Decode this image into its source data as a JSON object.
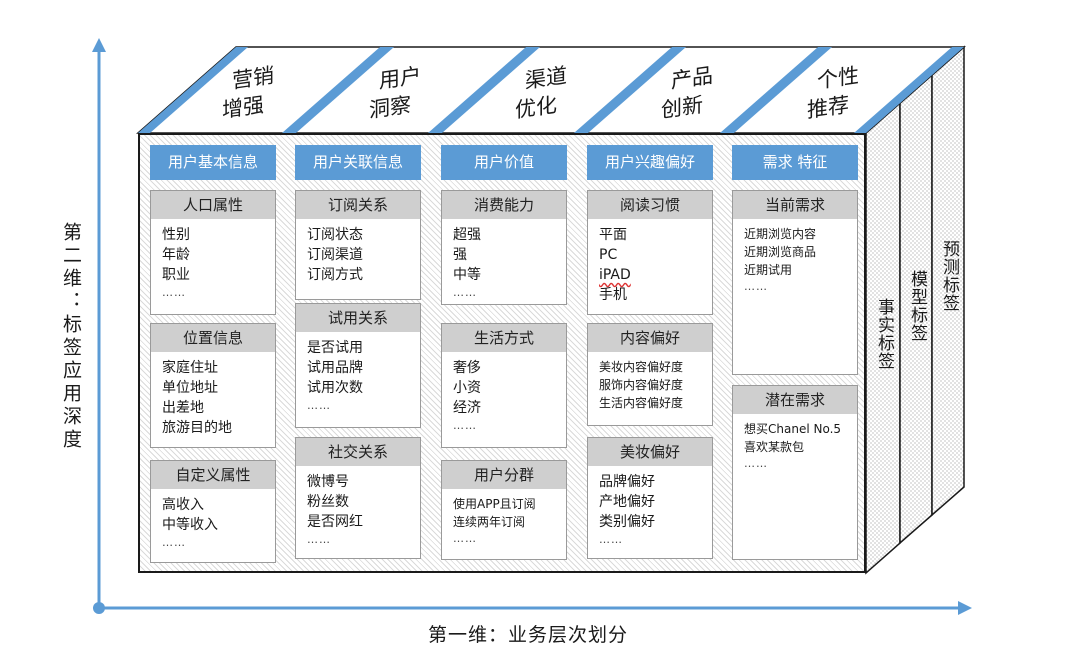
{
  "top_faces": [
    "营销\n增强",
    "用户\n洞察",
    "渠道\n优化",
    "产品\n创新",
    "个性\n推荐"
  ],
  "side_faces": [
    "事实标签",
    "模型标签",
    "预测标签"
  ],
  "y_axis_label": "第二维：标签应用深度",
  "x_axis_label": "第一维：业务层次划分",
  "columns": [
    {
      "header": "用户基本信息",
      "cards": [
        {
          "title": "人口属性",
          "items": [
            "性别",
            "年龄",
            "职业"
          ],
          "more": "……"
        },
        {
          "title": "位置信息",
          "items": [
            "家庭住址",
            "单位地址",
            "出差地",
            "旅游目的地"
          ],
          "more": ""
        },
        {
          "title": "自定义属性",
          "items": [
            "高收入",
            "中等收入"
          ],
          "more": "……"
        }
      ]
    },
    {
      "header": "用户关联信息",
      "cards": [
        {
          "title": "订阅关系",
          "items": [
            "订阅状态",
            "订阅渠道",
            "订阅方式"
          ],
          "more": ""
        },
        {
          "title": "试用关系",
          "items": [
            "是否试用",
            "试用品牌",
            "试用次数"
          ],
          "more": "……"
        },
        {
          "title": "社交关系",
          "items": [
            "微博号",
            "粉丝数",
            "是否网红"
          ],
          "more": "……"
        }
      ]
    },
    {
      "header": "用户价值",
      "cards": [
        {
          "title": "消费能力",
          "items": [
            "超强",
            "强",
            "中等"
          ],
          "more": "……"
        },
        {
          "title": "生活方式",
          "items": [
            "奢侈",
            "小资",
            "经济"
          ],
          "more": "……"
        },
        {
          "title": "用户分群",
          "items": [
            "使用APP且订阅",
            "连续两年订阅"
          ],
          "more": "……"
        }
      ]
    },
    {
      "header": "用户兴趣偏好",
      "cards": [
        {
          "title": "阅读习惯",
          "items": [
            "平面",
            "PC",
            "iPAD",
            "手机"
          ],
          "more": ""
        },
        {
          "title": "内容偏好",
          "items": [
            "美妆内容偏好度",
            "服饰内容偏好度",
            "生活内容偏好度"
          ],
          "more": ""
        },
        {
          "title": "美妆偏好",
          "items": [
            "品牌偏好",
            "产地偏好",
            "类别偏好"
          ],
          "more": "……"
        }
      ]
    },
    {
      "header": "需求 特征",
      "cards": [
        {
          "title": "当前需求",
          "items": [
            "近期浏览内容",
            "近期浏览商品",
            "近期试用"
          ],
          "more": "……"
        },
        {
          "title": "潜在需求",
          "items": [
            "想买Chanel No.5",
            "喜欢某款包"
          ],
          "more": "……"
        }
      ]
    }
  ],
  "colors": {
    "header_blue": "#5b9bd5",
    "card_head_gray": "#cfcfcf",
    "axis_blue": "#5b9bd5"
  }
}
